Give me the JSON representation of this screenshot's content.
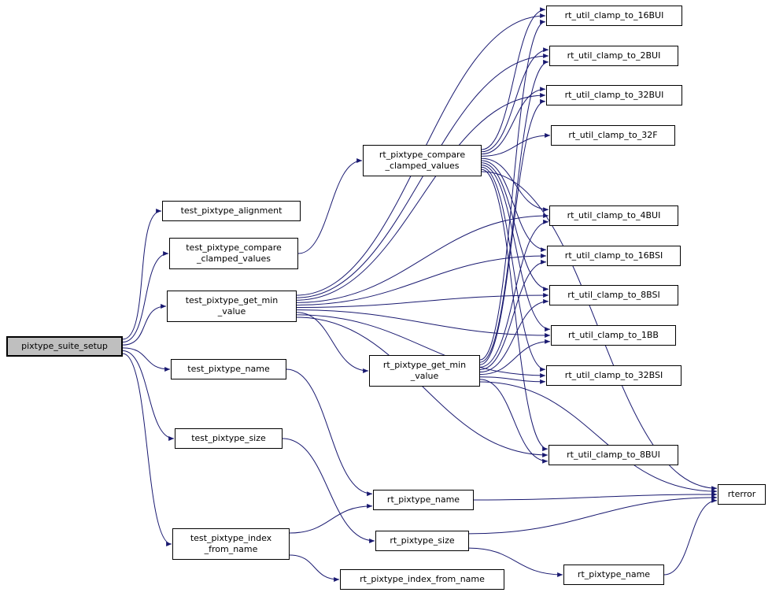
{
  "diagram": {
    "edge_color": "#191970",
    "node_border_color": "#000000",
    "node_fill": "#ffffff",
    "root_fill": "#bfbfbf",
    "nodes": {
      "pixtype_suite_setup": {
        "label": "pixtype_suite_setup"
      },
      "test_pixtype_alignment": {
        "label": "test_pixtype_alignment"
      },
      "test_pixtype_compare_clamped_values": {
        "label": "test_pixtype_compare\n_clamped_values"
      },
      "test_pixtype_get_min_value": {
        "label": "test_pixtype_get_min\n_value"
      },
      "test_pixtype_name": {
        "label": "test_pixtype_name"
      },
      "test_pixtype_size": {
        "label": "test_pixtype_size"
      },
      "test_pixtype_index_from_name": {
        "label": "test_pixtype_index\n_from_name"
      },
      "rt_pixtype_compare_clamped_values": {
        "label": "rt_pixtype_compare\n_clamped_values"
      },
      "rt_pixtype_get_min_value": {
        "label": "rt_pixtype_get_min\n_value"
      },
      "rt_pixtype_name": {
        "label": "rt_pixtype_name"
      },
      "rt_pixtype_size": {
        "label": "rt_pixtype_size"
      },
      "rt_pixtype_index_from_name": {
        "label": "rt_pixtype_index_from_name"
      },
      "rt_util_clamp_to_16BUI": {
        "label": "rt_util_clamp_to_16BUI"
      },
      "rt_util_clamp_to_2BUI": {
        "label": "rt_util_clamp_to_2BUI"
      },
      "rt_util_clamp_to_32BUI": {
        "label": "rt_util_clamp_to_32BUI"
      },
      "rt_util_clamp_to_32F": {
        "label": "rt_util_clamp_to_32F"
      },
      "rt_util_clamp_to_4BUI": {
        "label": "rt_util_clamp_to_4BUI"
      },
      "rt_util_clamp_to_16BSI": {
        "label": "rt_util_clamp_to_16BSI"
      },
      "rt_util_clamp_to_8BSI": {
        "label": "rt_util_clamp_to_8BSI"
      },
      "rt_util_clamp_to_1BB": {
        "label": "rt_util_clamp_to_1BB"
      },
      "rt_util_clamp_to_32BSI": {
        "label": "rt_util_clamp_to_32BSI"
      },
      "rt_util_clamp_to_8BUI": {
        "label": "rt_util_clamp_to_8BUI"
      },
      "rterror": {
        "label": "rterror"
      },
      "rt_pixtype_name_2": {
        "label": "rt_pixtype_name"
      }
    },
    "edges": [
      {
        "from": "pixtype_suite_setup",
        "to": "test_pixtype_alignment"
      },
      {
        "from": "pixtype_suite_setup",
        "to": "test_pixtype_compare_clamped_values"
      },
      {
        "from": "pixtype_suite_setup",
        "to": "test_pixtype_get_min_value"
      },
      {
        "from": "pixtype_suite_setup",
        "to": "test_pixtype_name"
      },
      {
        "from": "pixtype_suite_setup",
        "to": "test_pixtype_size"
      },
      {
        "from": "pixtype_suite_setup",
        "to": "test_pixtype_index_from_name"
      },
      {
        "from": "test_pixtype_compare_clamped_values",
        "to": "rt_pixtype_compare_clamped_values"
      },
      {
        "from": "test_pixtype_get_min_value",
        "to": "rt_pixtype_get_min_value"
      },
      {
        "from": "test_pixtype_get_min_value",
        "to": "rt_util_clamp_to_16BUI"
      },
      {
        "from": "test_pixtype_get_min_value",
        "to": "rt_util_clamp_to_2BUI"
      },
      {
        "from": "test_pixtype_get_min_value",
        "to": "rt_util_clamp_to_32BUI"
      },
      {
        "from": "test_pixtype_get_min_value",
        "to": "rt_util_clamp_to_4BUI"
      },
      {
        "from": "test_pixtype_get_min_value",
        "to": "rt_util_clamp_to_16BSI"
      },
      {
        "from": "test_pixtype_get_min_value",
        "to": "rt_util_clamp_to_8BSI"
      },
      {
        "from": "test_pixtype_get_min_value",
        "to": "rt_util_clamp_to_1BB"
      },
      {
        "from": "test_pixtype_get_min_value",
        "to": "rt_util_clamp_to_32BSI"
      },
      {
        "from": "test_pixtype_get_min_value",
        "to": "rt_util_clamp_to_8BUI"
      },
      {
        "from": "rt_pixtype_compare_clamped_values",
        "to": "rt_util_clamp_to_16BUI"
      },
      {
        "from": "rt_pixtype_compare_clamped_values",
        "to": "rt_util_clamp_to_2BUI"
      },
      {
        "from": "rt_pixtype_compare_clamped_values",
        "to": "rt_util_clamp_to_32BUI"
      },
      {
        "from": "rt_pixtype_compare_clamped_values",
        "to": "rt_util_clamp_to_32F"
      },
      {
        "from": "rt_pixtype_compare_clamped_values",
        "to": "rt_util_clamp_to_4BUI"
      },
      {
        "from": "rt_pixtype_compare_clamped_values",
        "to": "rt_util_clamp_to_16BSI"
      },
      {
        "from": "rt_pixtype_compare_clamped_values",
        "to": "rt_util_clamp_to_8BSI"
      },
      {
        "from": "rt_pixtype_compare_clamped_values",
        "to": "rt_util_clamp_to_1BB"
      },
      {
        "from": "rt_pixtype_compare_clamped_values",
        "to": "rt_util_clamp_to_32BSI"
      },
      {
        "from": "rt_pixtype_compare_clamped_values",
        "to": "rt_util_clamp_to_8BUI"
      },
      {
        "from": "rt_pixtype_compare_clamped_values",
        "to": "rterror"
      },
      {
        "from": "rt_pixtype_get_min_value",
        "to": "rt_util_clamp_to_16BUI"
      },
      {
        "from": "rt_pixtype_get_min_value",
        "to": "rt_util_clamp_to_2BUI"
      },
      {
        "from": "rt_pixtype_get_min_value",
        "to": "rt_util_clamp_to_32BUI"
      },
      {
        "from": "rt_pixtype_get_min_value",
        "to": "rt_util_clamp_to_4BUI"
      },
      {
        "from": "rt_pixtype_get_min_value",
        "to": "rt_util_clamp_to_16BSI"
      },
      {
        "from": "rt_pixtype_get_min_value",
        "to": "rt_util_clamp_to_8BSI"
      },
      {
        "from": "rt_pixtype_get_min_value",
        "to": "rt_util_clamp_to_1BB"
      },
      {
        "from": "rt_pixtype_get_min_value",
        "to": "rt_util_clamp_to_32BSI"
      },
      {
        "from": "rt_pixtype_get_min_value",
        "to": "rt_util_clamp_to_8BUI"
      },
      {
        "from": "rt_pixtype_get_min_value",
        "to": "rterror"
      },
      {
        "from": "test_pixtype_name",
        "to": "rt_pixtype_name"
      },
      {
        "from": "test_pixtype_size",
        "to": "rt_pixtype_size"
      },
      {
        "from": "test_pixtype_index_from_name",
        "to": "rt_pixtype_index_from_name"
      },
      {
        "from": "test_pixtype_index_from_name",
        "to": "rt_pixtype_name"
      },
      {
        "from": "rt_pixtype_name",
        "to": "rterror"
      },
      {
        "from": "rt_pixtype_size",
        "to": "rterror"
      },
      {
        "from": "rt_pixtype_size",
        "to": "rt_pixtype_name_2"
      },
      {
        "from": "rt_pixtype_name_2",
        "to": "rterror"
      }
    ]
  }
}
